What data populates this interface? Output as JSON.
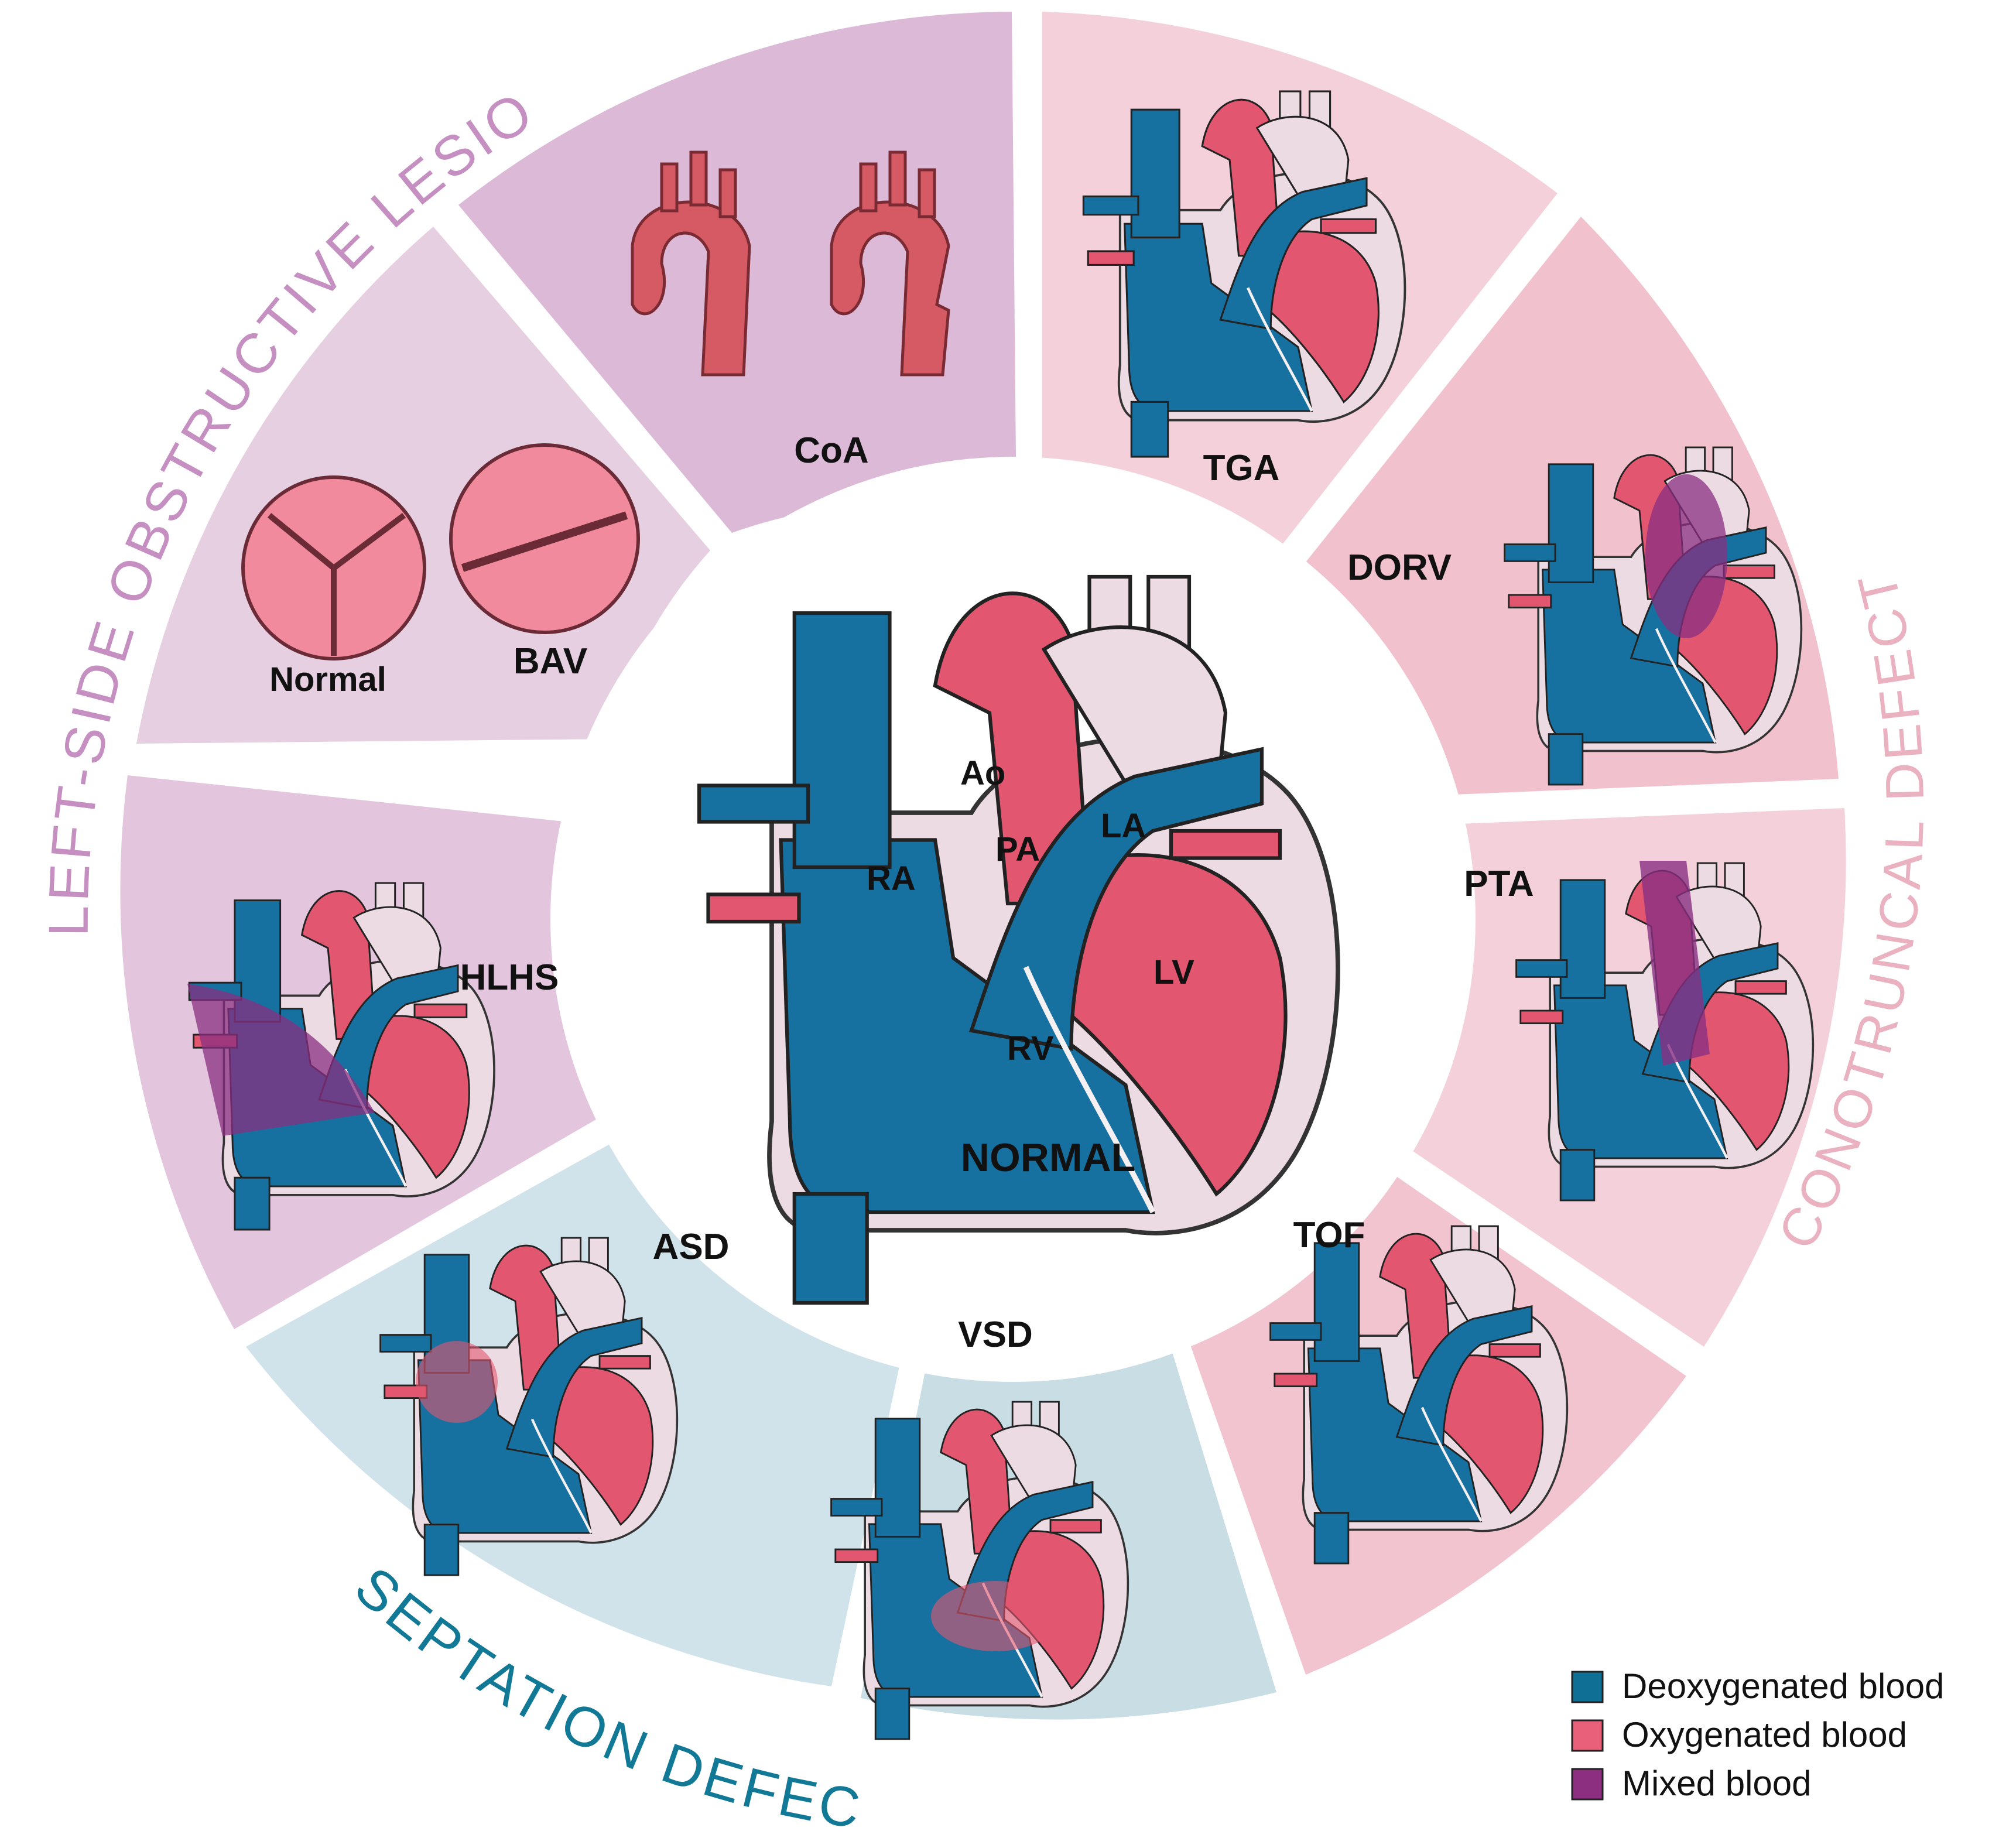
{
  "center": {
    "title": "NORMAL",
    "chambers": {
      "ao": "Ao",
      "pa": "PA",
      "la": "LA",
      "ra": "RA",
      "lv": "LV",
      "rv": "RV"
    }
  },
  "groups": {
    "left_side": "LEFT-SIDE OBSTRUCTIVE LESIONS",
    "conotruncal": "CONOTRUNCAL DEFECTS",
    "septation": "SEPTATION DEFECTS"
  },
  "segments": {
    "coa": "CoA",
    "tga": "TGA",
    "dorv": "DORV",
    "pta": "PTA",
    "tof": "TOF",
    "vsd": "VSD",
    "asd": "ASD",
    "hlhs": "HLHS",
    "bav_valve_normal": "Normal",
    "bav": "BAV"
  },
  "legend": {
    "items": [
      {
        "label": "Deoxygenated blood",
        "color": "#0f6f95"
      },
      {
        "label": "Oxygenated blood",
        "color": "#e8607a"
      },
      {
        "label": "Mixed blood",
        "color": "#8c2f80"
      }
    ]
  },
  "colors": {
    "deoxygenated": "#1670a0",
    "oxygenated": "#e2566f",
    "mixed": "#8a2f82",
    "left_side_group": "#c98fc4",
    "conotruncal_group": "#eeb2c0",
    "septation_group": "#117896",
    "myocardium": "#e9d3dc"
  }
}
